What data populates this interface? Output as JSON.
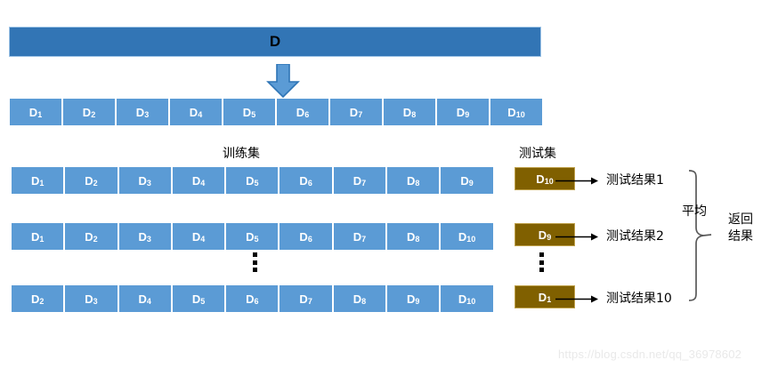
{
  "figure": {
    "title_box": {
      "label": "D"
    },
    "watermark": "https://blog.csdn.net/qq_36978602",
    "colors": {
      "dataset_bar": "#3275b5",
      "fold_cell": "#5b9bd5",
      "test_fold": "#806000",
      "cell_border": "#ffffff",
      "text_dark": "#000000",
      "text_light": "#ffffff"
    }
  },
  "captions": {
    "training_set": "训练集",
    "test_set": "测试集",
    "average": "平均",
    "return_result_line1": "返回",
    "return_result_line2": "结果"
  },
  "split_row": {
    "name": "full-split",
    "cells": [
      {
        "base": "D",
        "sub": "1"
      },
      {
        "base": "D",
        "sub": "2"
      },
      {
        "base": "D",
        "sub": "3"
      },
      {
        "base": "D",
        "sub": "4"
      },
      {
        "base": "D",
        "sub": "5"
      },
      {
        "base": "D",
        "sub": "6"
      },
      {
        "base": "D",
        "sub": "7"
      },
      {
        "base": "D",
        "sub": "8"
      },
      {
        "base": "D",
        "sub": "9"
      },
      {
        "base": "D",
        "sub": "10"
      }
    ]
  },
  "folds": [
    {
      "index": 1,
      "training_cells": [
        {
          "base": "D",
          "sub": "1"
        },
        {
          "base": "D",
          "sub": "2"
        },
        {
          "base": "D",
          "sub": "3"
        },
        {
          "base": "D",
          "sub": "4"
        },
        {
          "base": "D",
          "sub": "5"
        },
        {
          "base": "D",
          "sub": "6"
        },
        {
          "base": "D",
          "sub": "7"
        },
        {
          "base": "D",
          "sub": "8"
        },
        {
          "base": "D",
          "sub": "9"
        }
      ],
      "test_cell": {
        "base": "D",
        "sub": "10"
      },
      "result_label": "测试结果1"
    },
    {
      "index": 2,
      "training_cells": [
        {
          "base": "D",
          "sub": "1"
        },
        {
          "base": "D",
          "sub": "2"
        },
        {
          "base": "D",
          "sub": "3"
        },
        {
          "base": "D",
          "sub": "4"
        },
        {
          "base": "D",
          "sub": "5"
        },
        {
          "base": "D",
          "sub": "6"
        },
        {
          "base": "D",
          "sub": "7"
        },
        {
          "base": "D",
          "sub": "8"
        },
        {
          "base": "D",
          "sub": "10"
        }
      ],
      "test_cell": {
        "base": "D",
        "sub": "9"
      },
      "result_label": "测试结果2"
    },
    {
      "index": 10,
      "training_cells": [
        {
          "base": "D",
          "sub": "2"
        },
        {
          "base": "D",
          "sub": "3"
        },
        {
          "base": "D",
          "sub": "4"
        },
        {
          "base": "D",
          "sub": "5"
        },
        {
          "base": "D",
          "sub": "6"
        },
        {
          "base": "D",
          "sub": "7"
        },
        {
          "base": "D",
          "sub": "8"
        },
        {
          "base": "D",
          "sub": "9"
        },
        {
          "base": "D",
          "sub": "10"
        }
      ],
      "test_cell": {
        "base": "D",
        "sub": "1"
      },
      "result_label": "测试结果10"
    }
  ]
}
